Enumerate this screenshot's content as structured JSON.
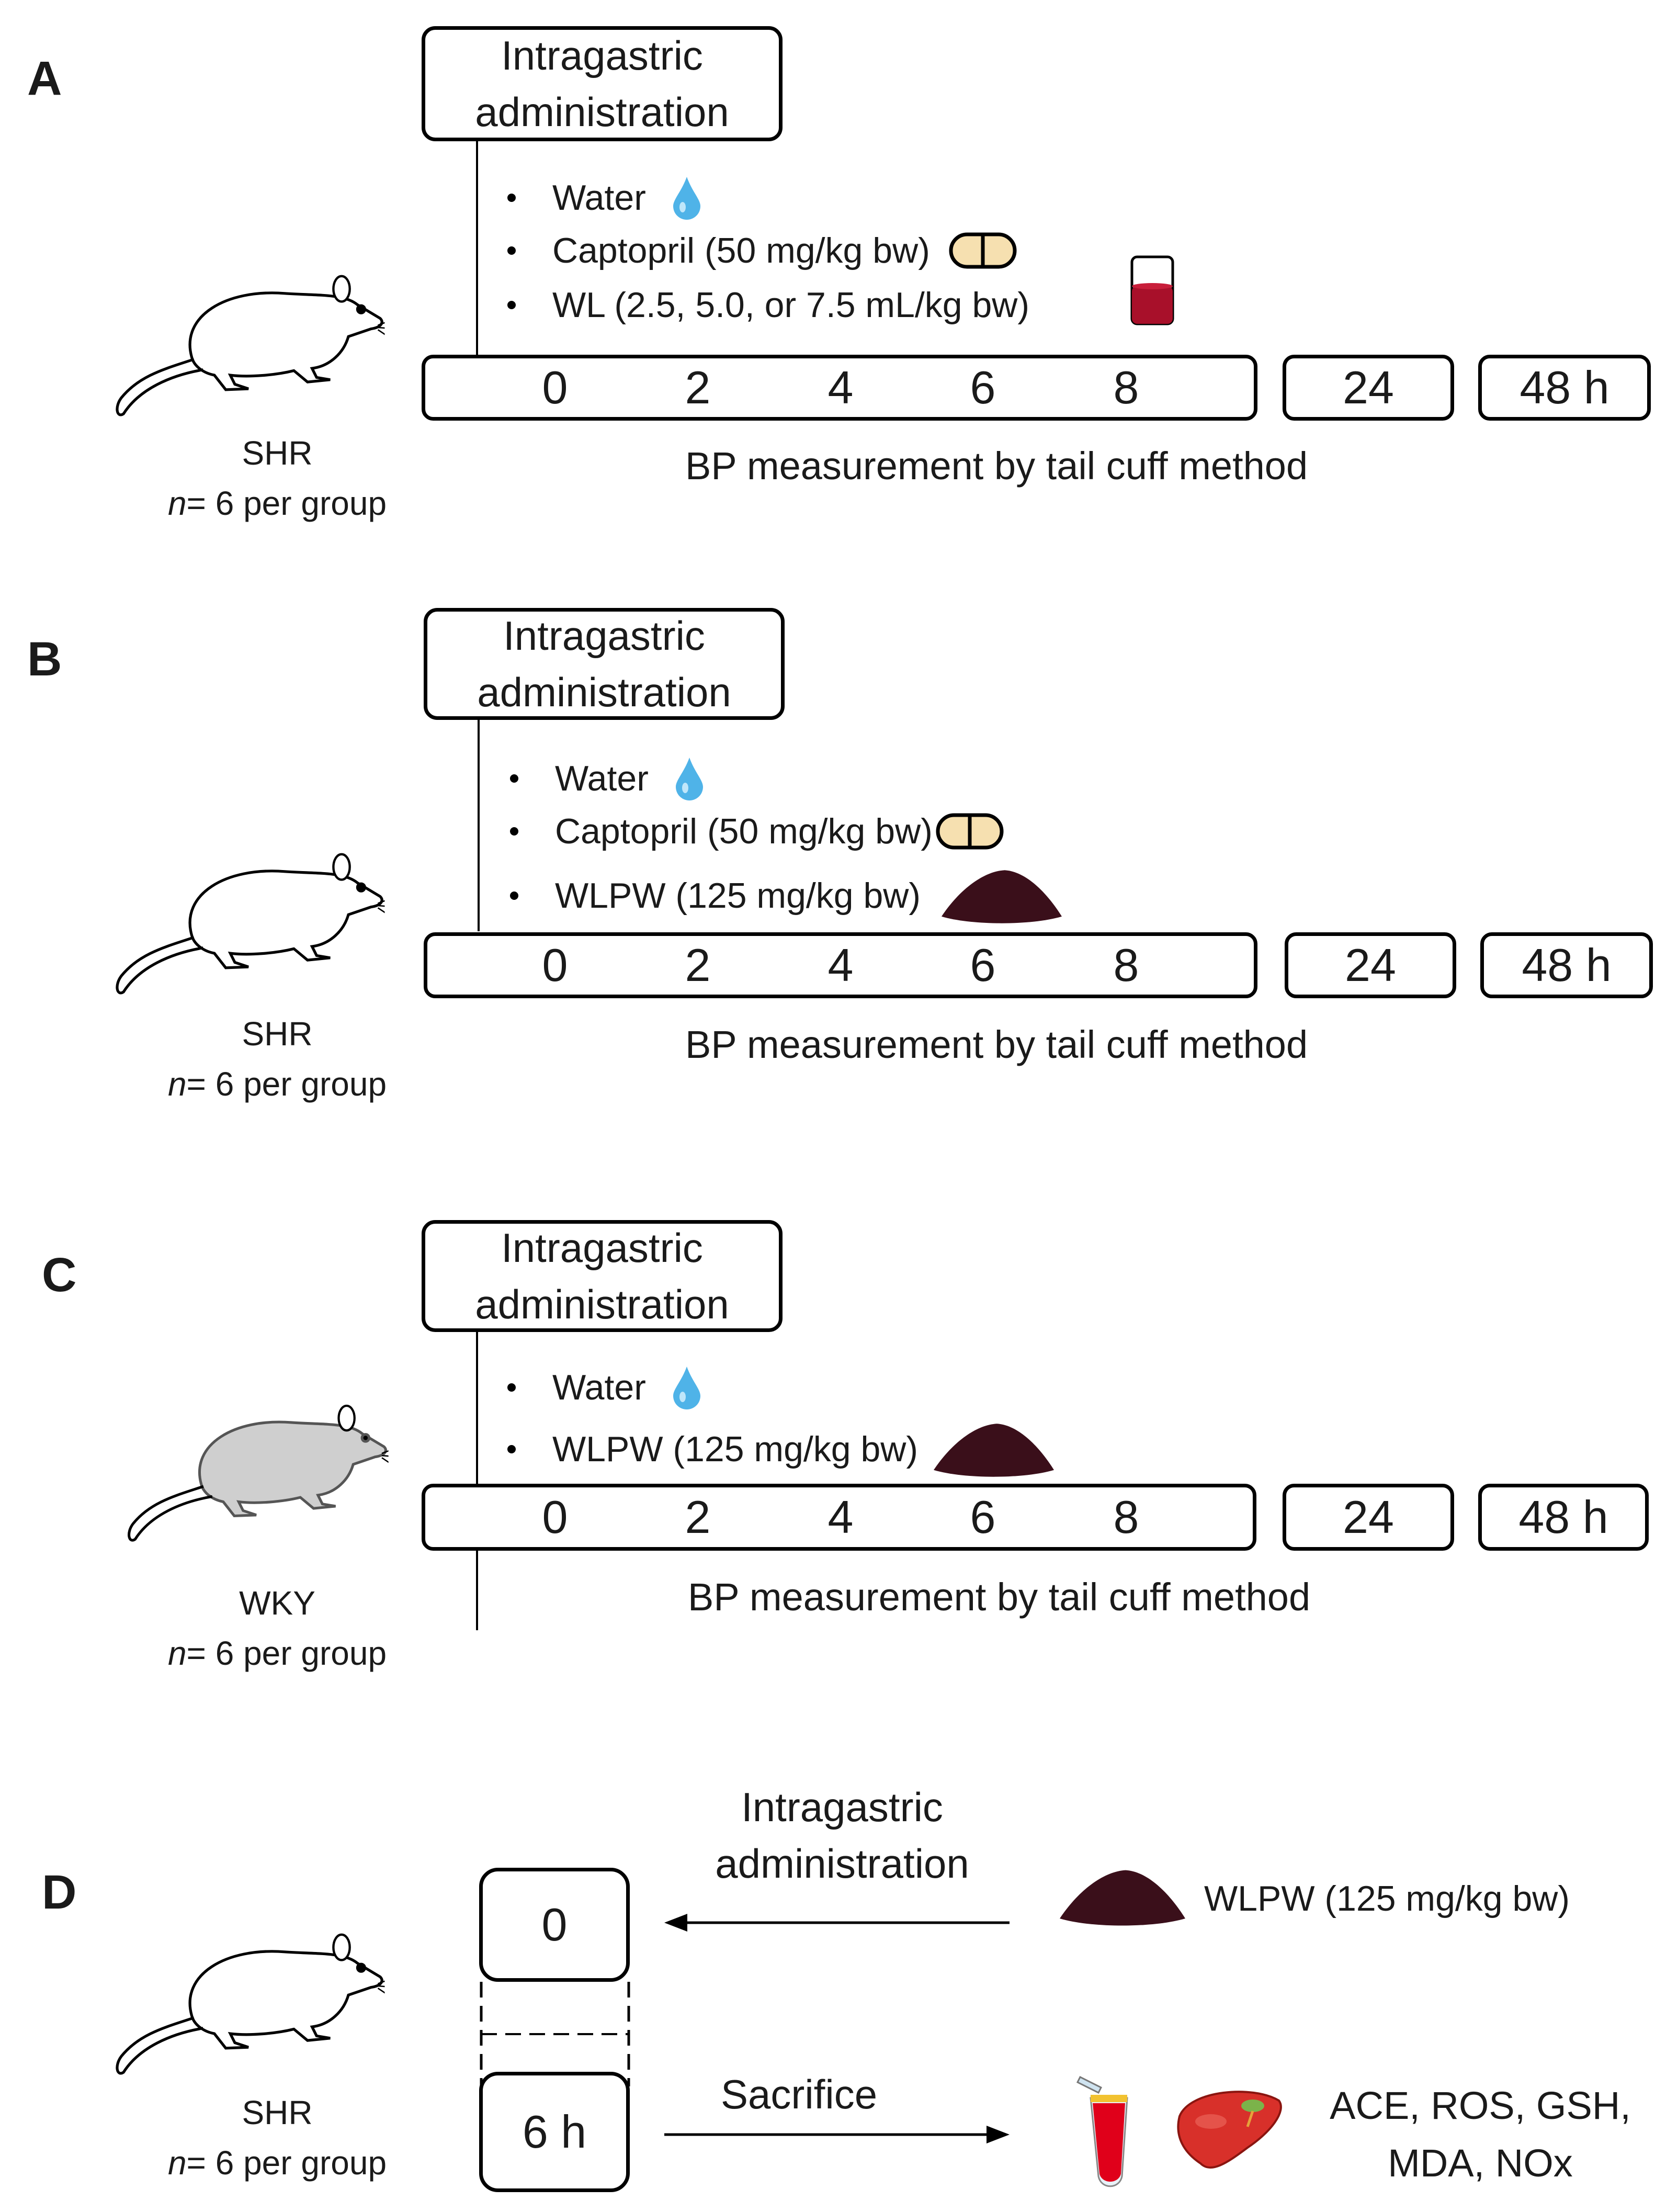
{
  "panels": [
    {
      "letter": "A",
      "admin": {
        "line1": "Intragastric",
        "line2": "administration"
      },
      "items": [
        "Water",
        "Captopril (50 mg/kg bw)",
        "WL (2.5, 5.0, or 7.5 mL/kg bw)"
      ],
      "ticks": [
        "0",
        "2",
        "4",
        "6",
        "8"
      ],
      "box24": "24",
      "box48": "48 h",
      "caption": "BP measurement  by tail cuff method",
      "strain": "SHR",
      "n_italic": "n",
      "n_rest": "= 6 per group"
    },
    {
      "letter": "B",
      "admin": {
        "line1": "Intragastric",
        "line2": "administration"
      },
      "items": [
        "Water",
        "Captopril (50 mg/kg bw)",
        "WLPW (125 mg/kg bw)"
      ],
      "ticks": [
        "0",
        "2",
        "4",
        "6",
        "8"
      ],
      "box24": "24",
      "box48": "48 h",
      "caption": "BP measurement  by tail cuff method",
      "strain": "SHR",
      "n_italic": "n",
      "n_rest": "= 6 per group"
    },
    {
      "letter": "C",
      "admin": {
        "line1": "Intragastric",
        "line2": "administration"
      },
      "items": [
        "Water",
        "WLPW (125 mg/kg bw)"
      ],
      "ticks": [
        "0",
        "2",
        "4",
        "6",
        "8"
      ],
      "box24": "24",
      "box48": "48 h",
      "caption": "BP measurement  by tail cuff method",
      "strain": "WKY",
      "n_italic": "n",
      "n_rest": "= 6 per group"
    },
    {
      "letter": "D",
      "admin": {
        "line1": "Intragastric",
        "line2": "administration"
      },
      "box0": "0",
      "box6": "6 h",
      "treatment": "WLPW (125 mg/kg bw)",
      "sacrifice": "Sacrifice",
      "assays": {
        "line1": "ACE, ROS, GSH,",
        "line2": "MDA, NOx"
      },
      "strain": "SHR",
      "n_italic": "n",
      "n_rest": "= 6 per group"
    }
  ],
  "icons": {
    "water": "water-drop-icon",
    "pill": "capsule-pill-icon",
    "beaker": "red-liquid-beaker-icon",
    "powder": "dark-powder-pile-icon",
    "rat_white": "white-rat-illustration",
    "rat_gray": "gray-rat-illustration",
    "tube": "blood-tube-icon",
    "liver": "liver-icon"
  },
  "colors": {
    "water": "#4fb3e8",
    "pill": "#f6e0b0",
    "liquid": "#a8102a",
    "powder": "#3a0f1a",
    "rat_gray": "#cfcfcf"
  }
}
